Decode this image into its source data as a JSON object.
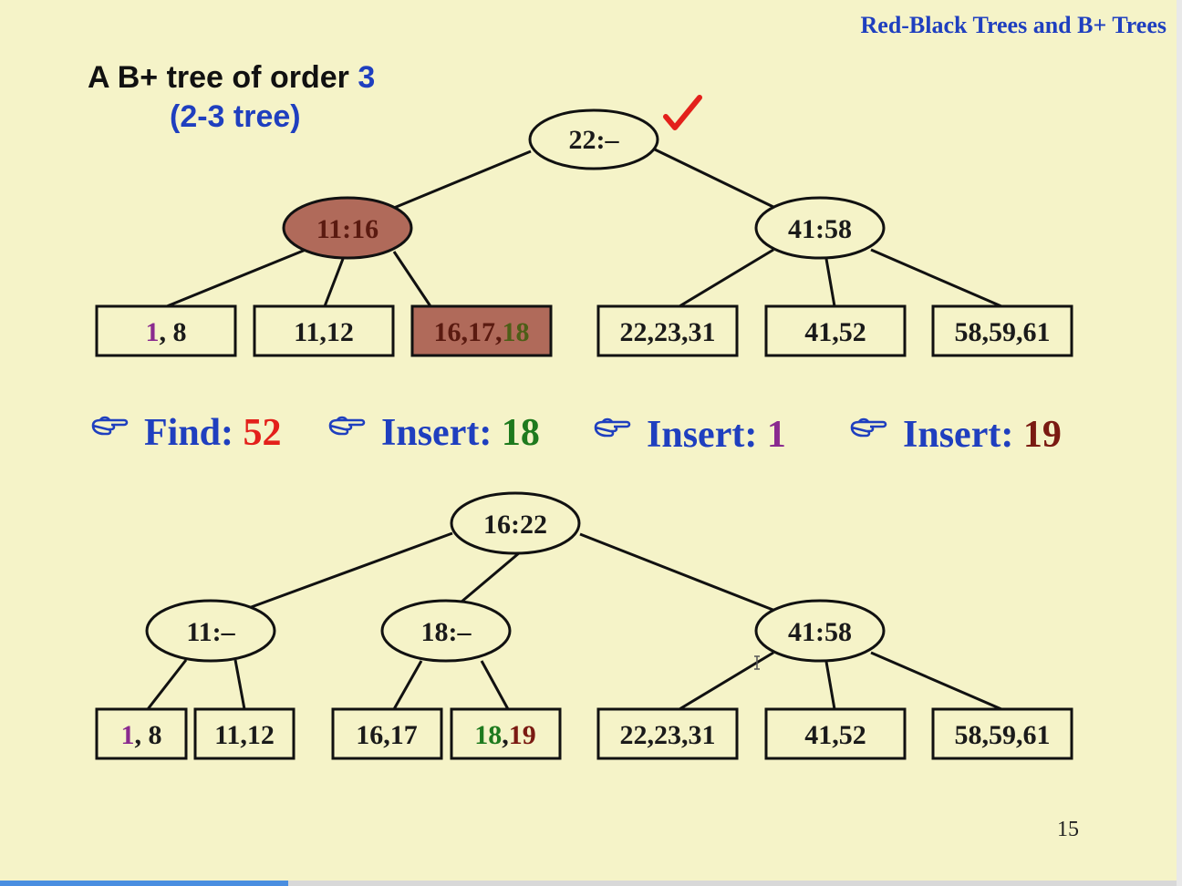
{
  "colors": {
    "background": "#f5f3c8",
    "blue": "#1f3fbf",
    "red": "#e3201b",
    "green": "#1e7a1e",
    "purple": "#8a2a8f",
    "maroon": "#7a1a12",
    "dark_text": "#1a1a1a",
    "highlight_fill": "#b06a5a",
    "highlight_text": "#5a1a10",
    "olive": "#4d5e17",
    "check_red": "#e3201b"
  },
  "header": {
    "title": "Red-Black Trees and B+ Trees"
  },
  "heading": {
    "line1_prefix": "A B+ tree of order ",
    "line1_value": "3",
    "line2": "(2-3 tree)"
  },
  "top_tree": {
    "root": {
      "label": "22:–",
      "checked": true
    },
    "internal": [
      {
        "label": "11:16",
        "highlighted": true
      },
      {
        "label": "41:58",
        "highlighted": false
      }
    ],
    "leaves": [
      {
        "parts": [
          {
            "text": "1",
            "color": "purple"
          },
          {
            "text": ", 8",
            "color": "dark_text"
          }
        ],
        "highlighted": false
      },
      {
        "parts": [
          {
            "text": "11,12",
            "color": "dark_text"
          }
        ],
        "highlighted": false
      },
      {
        "parts": [
          {
            "text": "16,17,",
            "color": "highlight_text"
          },
          {
            "text": "18",
            "color": "olive"
          }
        ],
        "highlighted": true
      },
      {
        "parts": [
          {
            "text": "22,23,31",
            "color": "dark_text"
          }
        ],
        "highlighted": false
      },
      {
        "parts": [
          {
            "text": "41,52",
            "color": "dark_text"
          }
        ],
        "highlighted": false
      },
      {
        "parts": [
          {
            "text": "58,59,61",
            "color": "dark_text"
          }
        ],
        "highlighted": false
      }
    ]
  },
  "operations": [
    {
      "icon": "pointing-hand-icon",
      "label": "Find: ",
      "value": "52",
      "value_color": "red"
    },
    {
      "icon": "pointing-hand-icon",
      "label": "Insert: ",
      "value": "18",
      "value_color": "green"
    },
    {
      "icon": "pointing-hand-icon",
      "label": "Insert: ",
      "value": "1",
      "value_color": "purple"
    },
    {
      "icon": "pointing-hand-icon",
      "label": "Insert: ",
      "value": "19",
      "value_color": "maroon"
    }
  ],
  "bottom_tree": {
    "root": {
      "label": "16:22"
    },
    "internal": [
      {
        "label": "11:–"
      },
      {
        "label": "18:–"
      },
      {
        "label": "41:58"
      }
    ],
    "leaves": [
      {
        "parts": [
          {
            "text": "1",
            "color": "purple"
          },
          {
            "text": ", 8",
            "color": "dark_text"
          }
        ]
      },
      {
        "parts": [
          {
            "text": "11,12",
            "color": "dark_text"
          }
        ]
      },
      {
        "parts": [
          {
            "text": "16,17",
            "color": "dark_text"
          }
        ]
      },
      {
        "parts": [
          {
            "text": "18",
            "color": "green"
          },
          {
            "text": ",",
            "color": "dark_text"
          },
          {
            "text": "19",
            "color": "maroon"
          }
        ]
      },
      {
        "parts": [
          {
            "text": "22,23,31",
            "color": "dark_text"
          }
        ]
      },
      {
        "parts": [
          {
            "text": "41,52",
            "color": "dark_text"
          }
        ]
      },
      {
        "parts": [
          {
            "text": "58,59,61",
            "color": "dark_text"
          }
        ]
      }
    ]
  },
  "page_number": "15",
  "progress": {
    "fraction": 0.245
  }
}
